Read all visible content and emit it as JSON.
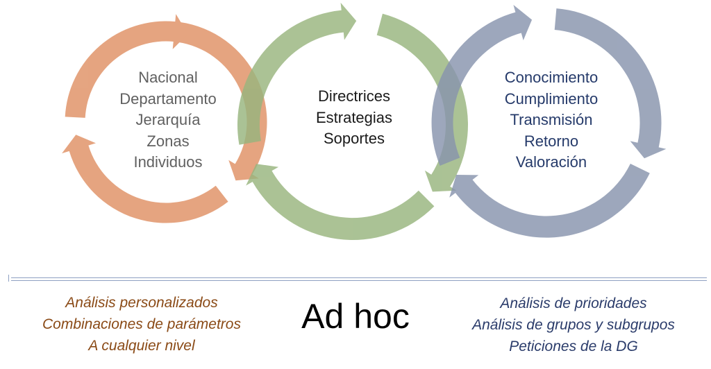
{
  "rings": [
    {
      "color": "#e4a07a",
      "lines": [
        "Nacional",
        "Departamento",
        "Jerarquía",
        "Zonas",
        "Individuos"
      ]
    },
    {
      "color": "#98b57e",
      "lines": [
        "Directrices",
        "Estrategias",
        "Soportes"
      ]
    },
    {
      "color": "#8894ad",
      "lines": [
        "Conocimiento",
        "Cumplimiento",
        "Transmisión",
        "Retorno",
        "Valoración"
      ]
    }
  ],
  "bottom": {
    "left": [
      "Análisis personalizados",
      "Combinaciones de parámetros",
      "A cualquier nivel"
    ],
    "center": "Ad hoc",
    "right": [
      "Análisis de prioridades",
      "Análisis de grupos y subgrupos",
      "Peticiones de la DG"
    ]
  }
}
